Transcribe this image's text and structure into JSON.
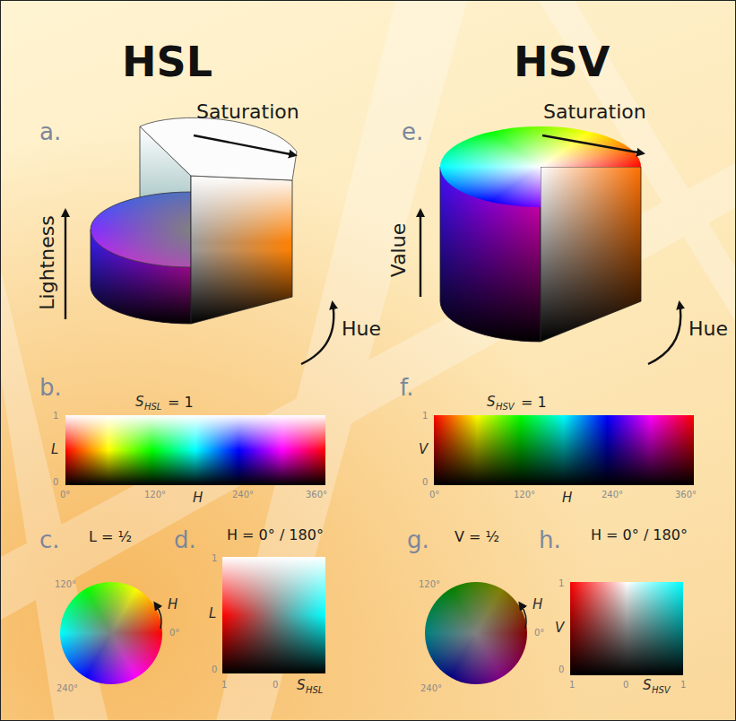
{
  "diagram": {
    "labels": [
      "HSL",
      "HSV",
      "a.",
      "Saturation",
      "Lightness",
      "Hue",
      "e.",
      "Saturation",
      "Value",
      "Hue",
      "b.",
      "S",
      "HSL",
      "= 1",
      "1",
      "L",
      "0",
      "0°",
      "120°",
      "H",
      "240°",
      "360°",
      "f.",
      "S",
      "HSV",
      "= 1",
      "1",
      "V",
      "0",
      "0°",
      "120°",
      "H",
      "240°",
      "360°",
      "c.",
      "L = ½",
      "120°",
      "H",
      "0°",
      "240°",
      "d.",
      "H = 0° / 180°",
      "1",
      "L",
      "0",
      "1",
      "0",
      "S",
      "HSL",
      "g.",
      "V = ½",
      "120°",
      "H",
      "0°",
      "240°",
      "h.",
      "H = 0° / 180°",
      "1",
      "V",
      "0",
      "1",
      "0",
      "S",
      "HSV",
      "1"
    ]
  }
}
